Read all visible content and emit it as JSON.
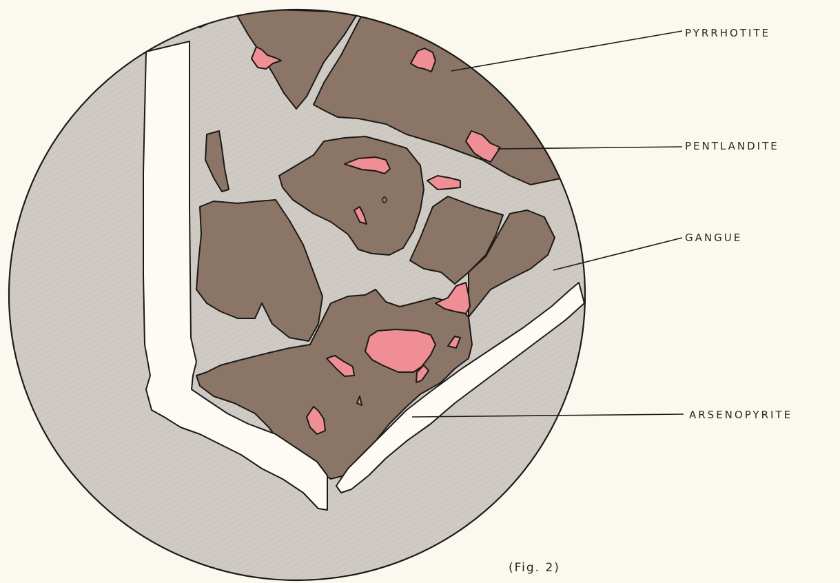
{
  "figure": {
    "caption": "(Fig. 2)",
    "colors": {
      "paper": "#fbf8ef",
      "gangue": "#cfcac4",
      "pyrrhotite": "#8a7566",
      "pentlandite": "#ef8f95",
      "arsenopyrite": "#fdfbf3",
      "outline": "#1c1917"
    }
  },
  "labels": {
    "pyrrhotite": "PYRRHOTITE",
    "pentlandite": "PENTLANDITE",
    "gangue": "GANGUE",
    "arsenopyrite": "ARSENOPYRITE"
  }
}
